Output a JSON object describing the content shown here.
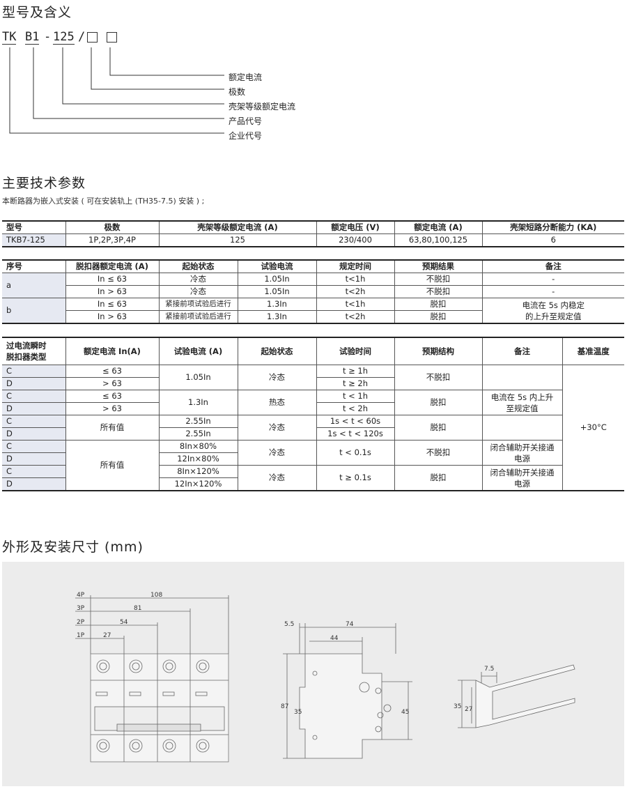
{
  "section1": {
    "title": "型号及含义",
    "model": {
      "tk": "TK",
      "b1": "B1",
      "dash": "-",
      "num": "125",
      "slash": "/"
    },
    "meanings": [
      "额定电流",
      "极数",
      "壳架等级额定电流",
      "产品代号",
      "企业代号"
    ]
  },
  "section2": {
    "title": "主要技术参数",
    "note": "本断路器为嵌入式安装 ( 可在安装轨上 (TH35-7.5) 安装 ) ;",
    "table1": {
      "headers": [
        "型号",
        "极数",
        "壳架等级额定电流 (A)",
        "额定电压 (V)",
        "额定电流 (A)",
        "壳架短路分断能力 (KA)"
      ],
      "row": [
        "TKB7-125",
        "1P,2P,3P,4P",
        "125",
        "230/400",
        "63,80,100,125",
        "6"
      ]
    },
    "table2": {
      "headers": [
        "序号",
        "脱扣器额定电流 (A)",
        "起始状态",
        "试验电流",
        "规定时间",
        "预期结果",
        "备注"
      ],
      "a": "a",
      "b": "b",
      "rows": [
        [
          "In ≤ 63",
          "冷态",
          "1.05In",
          "t<1h",
          "不脱扣",
          "-"
        ],
        [
          "In > 63",
          "冷态",
          "1.05In",
          "t<2h",
          "不脱扣",
          "-"
        ],
        [
          "In ≤ 63",
          "紧接前项试验后进行",
          "1.3In",
          "t<1h",
          "脱扣"
        ],
        [
          "In > 63",
          "紧接前项试验后进行",
          "1.3In",
          "t<2h",
          "脱扣"
        ]
      ],
      "b_note_1": "电流在 5s 内稳定",
      "b_note_2": "的上升至规定值"
    },
    "table3": {
      "h_type_1": "过电流瞬时",
      "h_type_2": "脱扣器类型",
      "h_rated": "额定电流 In(A)",
      "h_test_current": "试验电流 (A)",
      "h_state": "起始状态",
      "h_time": "试验时间",
      "h_result": "预期结构",
      "h_note": "备注",
      "h_temp": "基准温度",
      "types": [
        "C",
        "D",
        "C",
        "D",
        "C",
        "D",
        "C",
        "D",
        "C",
        "D"
      ],
      "r1_rated_a": "≤ 63",
      "r1_rated_b": "> 63",
      "r1_current": "1.05In",
      "r1_state": "冷态",
      "r1_time_a": "t ≥ 1h",
      "r1_time_b": "t ≥ 2h",
      "r1_result": "不脱扣",
      "r2_rated_a": "≤ 63",
      "r2_rated_b": "> 63",
      "r2_current": "1.3In",
      "r2_state": "热态",
      "r2_time_a": "t < 1h",
      "r2_time_b": "t < 2h",
      "r2_result": "脱扣",
      "r2_note_1": "电流在 5s 内上升",
      "r2_note_2": "至规定值",
      "r3_rated": "所有值",
      "r3_current_a": "2.55In",
      "r3_current_b": "2.55In",
      "r3_state": "冷态",
      "r3_time_a": "1s < t < 60s",
      "r3_time_b": "1s < t < 120s",
      "r3_result": "脱扣",
      "r4_rated": "所有值",
      "r4_current_a": "8In×80%",
      "r4_current_b": "12In×80%",
      "r4_state": "冷态",
      "r4_time": "t < 0.1s",
      "r4_result": "不脱扣",
      "r4_note_1": "闭合辅助开关接通",
      "r4_note_2": "电源",
      "r5_current_a": "8In×120%",
      "r5_current_b": "12In×120%",
      "r5_state": "冷态",
      "r5_time": "t ≥ 0.1s",
      "r5_result": "脱扣",
      "r5_note_1": "闭合辅助开关接通",
      "r5_note_2": "电源",
      "temp": "+30°C"
    }
  },
  "section3": {
    "title": "外形及安装尺寸 (mm)",
    "front": {
      "p4": "4P",
      "p3": "3P",
      "p2": "2P",
      "p1": "1P",
      "d108": "108",
      "d81": "81",
      "d54": "54",
      "d27": "27"
    },
    "side": {
      "d55": "5.5",
      "d74": "74",
      "d44": "44",
      "d87": "87",
      "d35": "35",
      "d45": "45"
    },
    "rail": {
      "d75": "7.5",
      "d35": "35",
      "d27": "27"
    }
  }
}
